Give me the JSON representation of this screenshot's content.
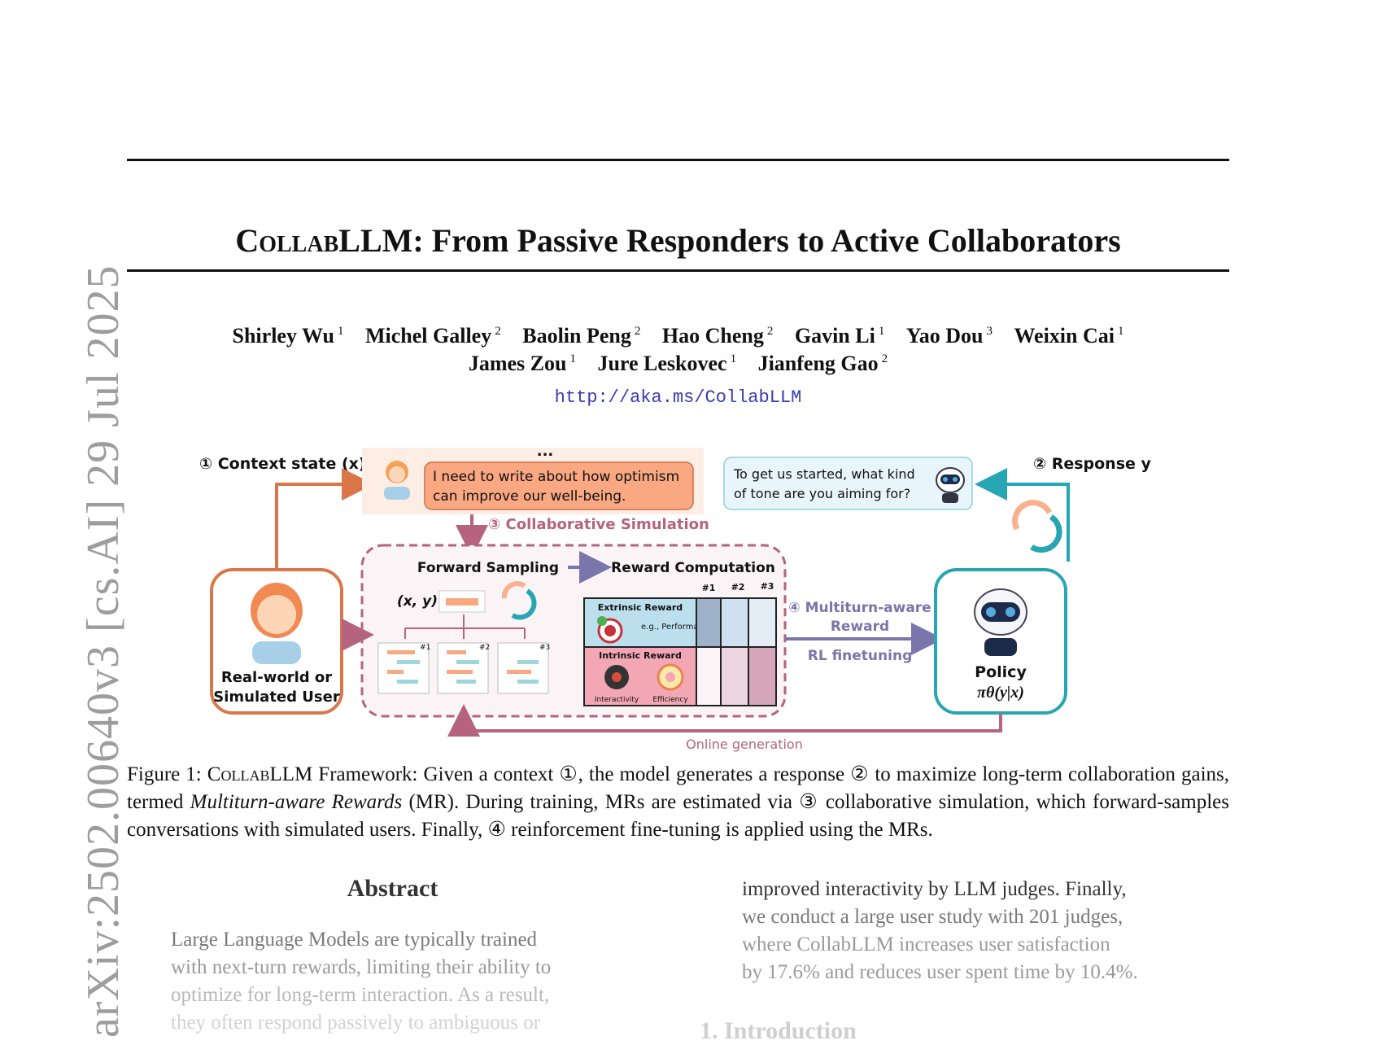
{
  "sidebar": "arXiv:2502.00640v3  [cs.AI]  29 Jul 2025",
  "title": {
    "prefix": "Collab",
    "middle": "LLM",
    "rest": ": From Passive Responders to Active Collaborators"
  },
  "authors_line1": [
    {
      "name": "Shirley Wu",
      "aff": "1"
    },
    {
      "name": "Michel Galley",
      "aff": "2"
    },
    {
      "name": "Baolin Peng",
      "aff": "2"
    },
    {
      "name": "Hao Cheng",
      "aff": "2"
    },
    {
      "name": "Gavin Li",
      "aff": "1"
    },
    {
      "name": "Yao Dou",
      "aff": "3"
    },
    {
      "name": "Weixin Cai",
      "aff": "1"
    }
  ],
  "authors_line2": [
    {
      "name": "James Zou",
      "aff": "1"
    },
    {
      "name": "Jure Leskovec",
      "aff": "1"
    },
    {
      "name": "Jianfeng Gao",
      "aff": "2"
    }
  ],
  "url": "http://aka.ms/CollabLLM",
  "figure": {
    "context_label": "① Context state (x)",
    "ellipsis": "...",
    "user_message": [
      "I need to write about how optimism",
      "can improve our well-being."
    ],
    "response_label": "② Response y",
    "model_message": [
      "To get us started, what kind",
      "of tone are you aiming for?"
    ],
    "collab_sim": "③ Collaborative Simulation",
    "forward_sampling": "Forward Sampling",
    "reward_computation": "Reward Computation",
    "xy": "(x, y)",
    "samples": [
      "#1",
      "#2",
      "#3"
    ],
    "extrinsic": "Extrinsic Reward",
    "extrinsic_eg": "e.g., Performance",
    "intrinsic": "Intrinsic Reward",
    "interactivity": "Interactivity",
    "efficiency": "Efficiency",
    "user_box": [
      "Real-world or",
      "Simulated User"
    ],
    "mr_label": [
      "④ Multiturn-aware",
      "Reward"
    ],
    "rl_label": "RL finetuning",
    "policy": "Policy",
    "policy_formula": "πθ(y|x)",
    "online": "Online generation"
  },
  "caption": {
    "lead": "Figure 1: ",
    "sc": "Collab",
    "llm": "LLM",
    "t1": " Framework: Given a context ①, the model generates a response ② to maximize long-term collaboration gains, termed ",
    "italic": "Multiturn-aware Rewards",
    "t2": " (MR). During training, MRs are estimated via ③ collaborative simulation, which forward-samples conversations with simulated users. Finally, ④ reinforcement fine-tuning is applied using the MRs."
  },
  "abstract_heading": "Abstract",
  "abstract_lines": [
    "Large Language Models are typically trained",
    "with next-turn rewards, limiting their ability to",
    "optimize for long-term interaction. As a result,",
    "they often respond passively to ambiguous or"
  ],
  "right_lines": [
    "improved interactivity by LLM judges. Finally,",
    "we conduct a large user study with 201 judges,",
    "where CollabLLM increases user satisfaction",
    "by 17.6% and reduces user spent time by 10.4%."
  ],
  "intro_heading": "1. Introduction"
}
